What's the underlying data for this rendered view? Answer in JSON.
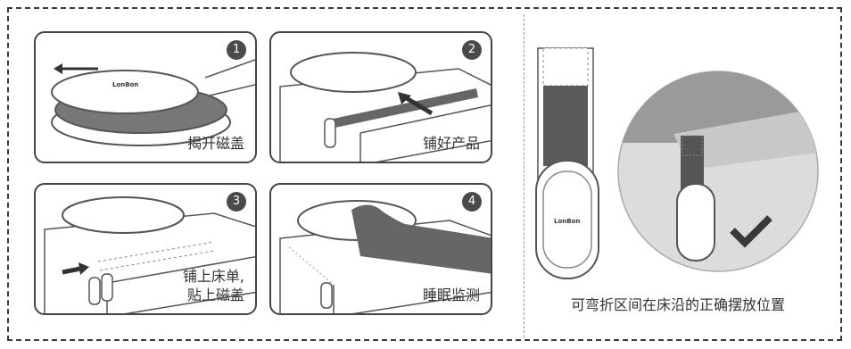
{
  "steps": [
    {
      "num": "1",
      "caption": "揭开磁盖"
    },
    {
      "num": "2",
      "caption": "铺好产品"
    },
    {
      "num": "3",
      "caption": "铺上床单,\n贴上磁盖"
    },
    {
      "num": "4",
      "caption": "睡眠监测"
    }
  ],
  "brand": {
    "label": "LonBon"
  },
  "right": {
    "caption": "可弯折区间在床沿的正确摆放位置"
  },
  "colors": {
    "dark": "#4a4a4a",
    "strip": "#555555",
    "sheet": "#bdbdbd",
    "check": "#3a3a3a"
  }
}
